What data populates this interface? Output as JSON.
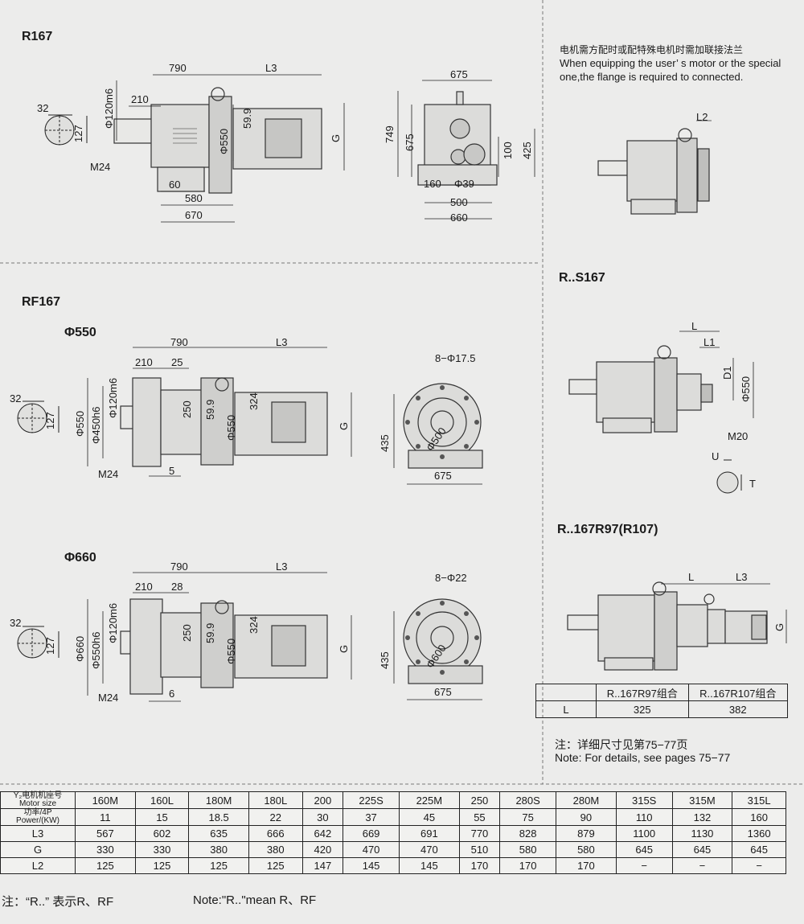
{
  "sections": {
    "r167": {
      "title": "R167"
    },
    "rf167": {
      "title": "RF167",
      "flange1": "Φ550",
      "flange2": "Φ660"
    },
    "rs167": {
      "title": "R..S167"
    },
    "r167r97": {
      "title": "R..167R97(R107)"
    }
  },
  "flange_note": {
    "cn": "电机需方配时或配特殊电机时需加联接法兰",
    "en_line1": "When equipping the user’ s motor or the special",
    "en_line2": "one,the flange is required to connected."
  },
  "dims": {
    "r167": {
      "d790": "790",
      "l3": "L3",
      "d210": "210",
      "d120": "Φ120m6",
      "d32": "32",
      "d127": "127",
      "m24": "M24",
      "d550": "Φ550",
      "d599": "59.9",
      "g": "G",
      "d60": "60",
      "d580": "580",
      "d670": "670",
      "d675": "675",
      "d749": "749",
      "d675v": "675",
      "d100": "100",
      "d425": "425",
      "d160": "160",
      "d39": "Φ39",
      "d500": "500",
      "d660": "660"
    },
    "rf550": {
      "d790": "790",
      "l3": "L3",
      "d210": "210",
      "d25": "25",
      "d120": "Φ120m6",
      "d32": "32",
      "d127": "127",
      "d550": "Φ550",
      "d450": "Φ450h6",
      "d250": "250",
      "d599": "59.9",
      "d550b": "Φ550",
      "d324": "324",
      "g": "G",
      "m24": "M24",
      "d5": "5",
      "holes": "8−Φ17.5",
      "d500": "Φ500",
      "d435": "435",
      "d675": "675"
    },
    "rf660": {
      "d790": "790",
      "l3": "L3",
      "d210": "210",
      "d28": "28",
      "d120": "Φ120m6",
      "d32": "32",
      "d127": "127",
      "d660": "Φ660",
      "d550h": "Φ550h6",
      "d250": "250",
      "d599": "59.9",
      "d550b": "Φ550",
      "d324": "324",
      "g": "G",
      "m24": "M24",
      "d6": "6",
      "holes": "8−Φ22",
      "d600": "Φ600",
      "d435": "435",
      "d675": "675"
    },
    "rs167": {
      "l": "L",
      "l1": "L1",
      "d1": "D1",
      "d550": "Φ550",
      "m20": "M20",
      "u": "U",
      "t": "T"
    },
    "r97": {
      "l2": "L2",
      "l": "L",
      "l3": "L3",
      "g": "G"
    }
  },
  "combo_table": {
    "headers": [
      "",
      "R..167R97组合",
      "R..167R107组合"
    ],
    "row": [
      "L",
      "325",
      "382"
    ]
  },
  "details_note": {
    "cn": "注：详细尺寸见第75−77页",
    "en": "Note: For details, see pages 75−77"
  },
  "spec_table": {
    "row_labels": [
      {
        "cn": "Y₂电机机座号",
        "en": "Motor size"
      },
      {
        "cn": "功率/4P",
        "en": "Power/(KW)"
      },
      {
        "cn": "L3",
        "en": ""
      },
      {
        "cn": "G",
        "en": ""
      },
      {
        "cn": "L2",
        "en": ""
      }
    ],
    "columns": [
      "160M",
      "160L",
      "180M",
      "180L",
      "200",
      "225S",
      "225M",
      "250",
      "280S",
      "280M",
      "315S",
      "315M",
      "315L"
    ],
    "power": [
      "11",
      "15",
      "18.5",
      "22",
      "30",
      "37",
      "45",
      "55",
      "75",
      "90",
      "110",
      "132",
      "160"
    ],
    "l3": [
      "567",
      "602",
      "635",
      "666",
      "642",
      "669",
      "691",
      "770",
      "828",
      "879",
      "1100",
      "1130",
      "1360"
    ],
    "g": [
      "330",
      "330",
      "380",
      "380",
      "420",
      "470",
      "470",
      "510",
      "580",
      "580",
      "645",
      "645",
      "645"
    ],
    "l2": [
      "125",
      "125",
      "125",
      "125",
      "147",
      "145",
      "145",
      "170",
      "170",
      "170",
      "−",
      "−",
      "−"
    ]
  },
  "footnote": {
    "cn": "注：“R..” 表示R、RF",
    "en": "Note:\"R..\"mean R、RF"
  }
}
